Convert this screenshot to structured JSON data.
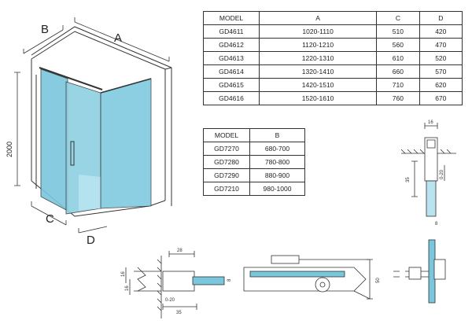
{
  "labels": {
    "dim_a": "A",
    "dim_b": "B",
    "dim_c": "C",
    "dim_d": "D",
    "height": "2000"
  },
  "table_a": {
    "headers": [
      "MODEL",
      "A",
      "C",
      "D"
    ],
    "rows": [
      [
        "GD4611",
        "1020-1110",
        "510",
        "420"
      ],
      [
        "GD4612",
        "1120-1210",
        "560",
        "470"
      ],
      [
        "GD4613",
        "1220-1310",
        "610",
        "520"
      ],
      [
        "GD4614",
        "1320-1410",
        "660",
        "570"
      ],
      [
        "GD4615",
        "1420-1510",
        "710",
        "620"
      ],
      [
        "GD4616",
        "1520-1610",
        "760",
        "670"
      ]
    ]
  },
  "table_b": {
    "headers": [
      "MODEL",
      "B"
    ],
    "rows": [
      [
        "GD7270",
        "680-700"
      ],
      [
        "GD7280",
        "780-800"
      ],
      [
        "GD7290",
        "880-900"
      ],
      [
        "GD7210",
        "980-1000"
      ]
    ]
  },
  "details": {
    "top_width": "16",
    "wall_depth": "35",
    "adjust": "0-20",
    "glass": "8",
    "hinge_width": "28",
    "hinge_16": "16",
    "hinge_total": "35",
    "hinge_adjust": "0-20",
    "roller_height": "50"
  },
  "colors": {
    "glass": "#79c6dd",
    "glass_light": "#b8e3ef",
    "line": "#333333"
  }
}
